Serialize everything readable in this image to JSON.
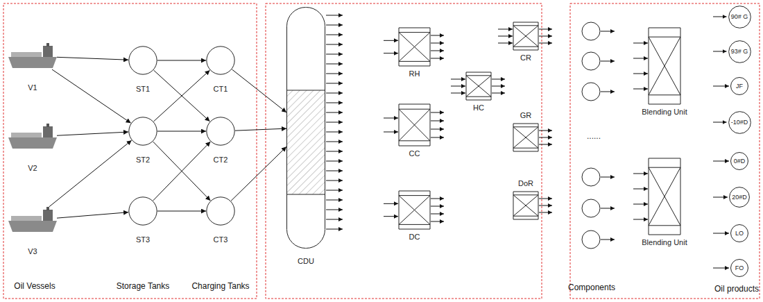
{
  "diagram": {
    "nodes": [
      {
        "text": [
          "V1"
        ]
      },
      {
        "text": [
          "V2"
        ]
      },
      {
        "text": [
          "V3"
        ]
      },
      {
        "text": [
          "ST1"
        ]
      },
      {
        "text": [
          "ST2"
        ]
      },
      {
        "text": [
          "ST3"
        ]
      },
      {
        "text": [
          "CT1"
        ]
      },
      {
        "text": [
          "CT2"
        ]
      },
      {
        "text": [
          "CT3"
        ]
      },
      {
        "text": [
          "CDU"
        ]
      },
      {
        "text": [
          "RH"
        ]
      },
      {
        "text": [
          "CC"
        ]
      },
      {
        "text": [
          "DC"
        ]
      },
      {
        "text": [
          "HC"
        ]
      },
      {
        "text": [
          "CR"
        ]
      },
      {
        "text": [
          "GR"
        ]
      },
      {
        "text": [
          "DoR"
        ]
      },
      {
        "text": [
          "Blending Unit"
        ]
      },
      {
        "text": [
          "Blending Unit"
        ]
      },
      {
        "text": [
          "90# G"
        ]
      },
      {
        "text": [
          "93# G"
        ]
      },
      {
        "text": [
          "JF"
        ]
      },
      {
        "text": [
          "-10#D"
        ]
      },
      {
        "text": [
          "0#D"
        ]
      },
      {
        "text": [
          "20#D"
        ]
      },
      {
        "text": [
          "LO"
        ]
      },
      {
        "text": [
          "FO"
        ]
      }
    ],
    "edges": [
      {
        "from": 0,
        "to": 3,
        "arrow": "to"
      },
      {
        "from": 0,
        "to": 4,
        "arrow": "to"
      },
      {
        "from": 1,
        "to": 4,
        "arrow": "to"
      },
      {
        "from": 2,
        "to": 4,
        "arrow": "to"
      },
      {
        "from": 2,
        "to": 5,
        "arrow": "to"
      },
      {
        "from": 3,
        "to": 6,
        "arrow": "to"
      },
      {
        "from": 3,
        "to": 7,
        "arrow": "to"
      },
      {
        "from": 4,
        "to": 6,
        "arrow": "to"
      },
      {
        "from": 4,
        "to": 7,
        "arrow": "to"
      },
      {
        "from": 4,
        "to": 8,
        "arrow": "to"
      },
      {
        "from": 5,
        "to": 7,
        "arrow": "to"
      },
      {
        "from": 5,
        "to": 8,
        "arrow": "to"
      },
      {
        "from": 6,
        "to": 9,
        "arrow": "to"
      },
      {
        "from": 7,
        "to": 9,
        "arrow": "to"
      },
      {
        "from": 8,
        "to": 9,
        "arrow": "to"
      }
    ],
    "labels": [
      "Oil Vessels",
      "Storage Tanks",
      "Charging Tanks",
      "Components",
      "......",
      "Oil products"
    ]
  }
}
